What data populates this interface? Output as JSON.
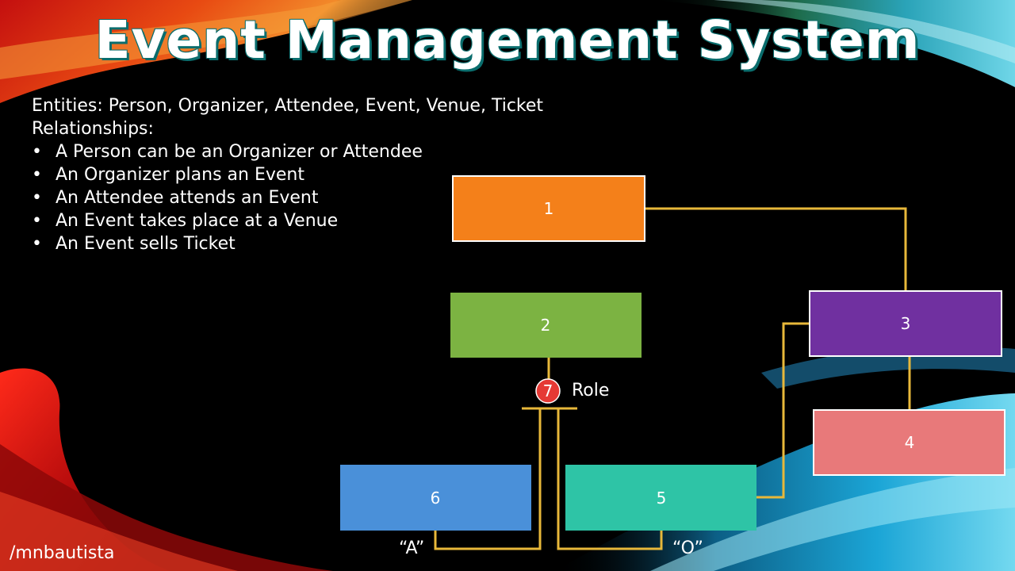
{
  "slide": {
    "title": "Event Management System",
    "entities_line": "Entities: Person, Organizer, Attendee, Event, Venue, Ticket",
    "relationships_heading": "Relationships:",
    "relationships": [
      "A Person can be an Organizer or Attendee",
      "An Organizer plans an Event",
      "An Attendee attends an Event",
      "An Event takes place at a Venue",
      "An Event sells Ticket"
    ],
    "author": "/mnbautista"
  },
  "diagram": {
    "boxes": [
      {
        "label": "1",
        "color": "#f4801a"
      },
      {
        "label": "2",
        "color": "#7cb342"
      },
      {
        "label": "3",
        "color": "#7030a0"
      },
      {
        "label": "4",
        "color": "#e8797a"
      },
      {
        "label": "5",
        "color": "#2ec4a6"
      },
      {
        "label": "6",
        "color": "#4a90d9"
      }
    ],
    "discriminator": {
      "label": "7",
      "color": "#e53935"
    },
    "role_label": "Role",
    "subtype_labels": {
      "attendee": "“A”",
      "organizer": "“O”"
    },
    "connector_color": "#e8b83a"
  }
}
